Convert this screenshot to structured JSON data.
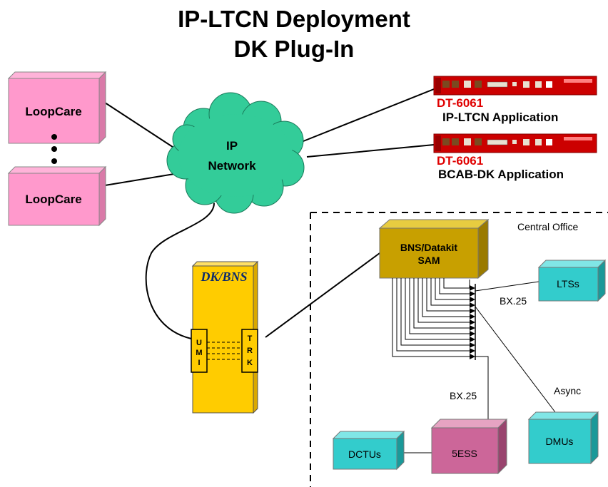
{
  "title": {
    "line1": "IP-LTCN  Deployment",
    "line2": "DK Plug-In"
  },
  "loopcare": [
    "LoopCare",
    "LoopCare"
  ],
  "ip_network": {
    "line1": "IP",
    "line2": "Network"
  },
  "dt_devices": [
    {
      "model": "DT-6061",
      "application": "IP-LTCN Application"
    },
    {
      "model": "DT-6061",
      "application": "BCAB-DK Application"
    }
  ],
  "central_office": "Central Office",
  "bns_sam": {
    "line1": "BNS/Datakit",
    "line2": "SAM"
  },
  "dk_bns": {
    "title": "DK/BNS",
    "left_port": [
      "U",
      "M",
      "I"
    ],
    "right_port": [
      "T",
      "R",
      "K"
    ]
  },
  "endpoints": {
    "ltss": "LTSs",
    "dmus": "DMUs",
    "dctus": "DCTUs",
    "ess": "5ESS"
  },
  "links": {
    "bx25_top": "BX.25",
    "async": "Async",
    "bx25_bottom": "BX.25"
  },
  "colors": {
    "loopcare": "#ff99cc",
    "cloud": "#33cc99",
    "dk_card": "#ffcc00",
    "sam": "#c8a000",
    "teal_box": "#33cccc",
    "ess": "#cc6699",
    "device_red": "#cc0000",
    "dt_label": "#e00000"
  }
}
